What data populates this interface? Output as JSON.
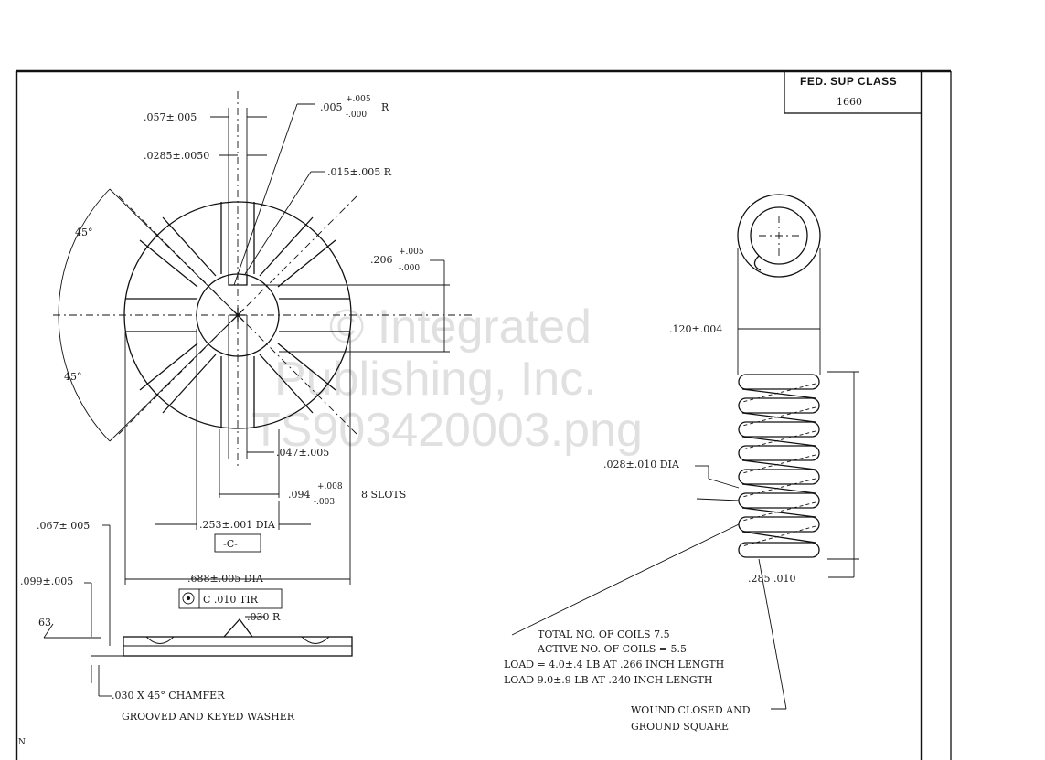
{
  "title_block": {
    "class_label": "FED. SUP CLASS",
    "class_number": "1660"
  },
  "washer": {
    "dim_slot_width": ".057±.005",
    "dim_half_slot": ".0285±.0050",
    "dim_corner_radius_base": ".005",
    "dim_corner_radius_tol_plus": "+.005",
    "dim_corner_radius_tol_minus": "-.000",
    "dim_corner_radius_unit": "R",
    "dim_slot_radius": ".015±.005 R",
    "angle_top": "45°",
    "angle_bottom": "45°",
    "dim_slot_depth_base": ".206",
    "dim_slot_depth_tol_plus": "+.005",
    "dim_slot_depth_tol_minus": "-.000",
    "dim_key_width": ".047±.005",
    "dim_key_length_base": ".094",
    "dim_key_length_tol_plus": "+.008",
    "dim_key_length_tol_minus": "-.003",
    "slots_note": "8 SLOTS",
    "dim_bore": ".253±.001 DIA",
    "datum": "-C-",
    "dim_thickness": ".067±.005",
    "dim_outer": ".688±.005 DIA",
    "runout_tolerance": "C .010 TIR",
    "dim_groove": ".099±.005",
    "surface_finish": "63",
    "dim_crown_radius": ".030 R",
    "chamfer_note": ".030 X 45° CHAMFER",
    "caption": "GROOVED AND KEYED WASHER"
  },
  "spring": {
    "dim_inner_dia": ".120±.004",
    "dim_wire_dia": ".028±.010 DIA",
    "dim_free_length": ".285 .010",
    "notes": [
      "TOTAL NO. OF COILS   7.5",
      "ACTIVE NO. OF COILS = 5.5",
      "LOAD = 4.0±.4 LB AT .266 INCH LENGTH",
      "LOAD   9.0±.9 LB AT .240 INCH LENGTH"
    ],
    "end_note_line1": "WOUND CLOSED AND",
    "end_note_line2": "GROUND SQUARE"
  },
  "watermark": {
    "line1": "© Integrated",
    "line2": "Publishing, Inc.",
    "line3": "TS903420003.png"
  },
  "corner_mark": "N"
}
